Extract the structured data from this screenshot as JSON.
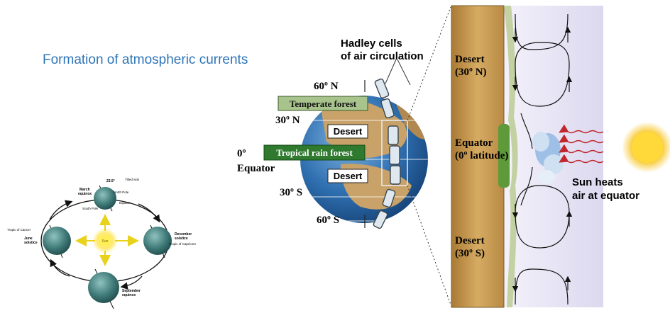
{
  "slide": {
    "title": "Formation of atmospheric currents"
  },
  "seasons": {
    "tilt_angle": "23.5°",
    "tilted_axis": "Tilted axis",
    "north_pole": "North Pole",
    "south_pole": "South Pole",
    "equator": "Equator",
    "sun": "Sun",
    "march_equinox": [
      "March",
      "equinox"
    ],
    "june_solstice": [
      "June",
      "solstice"
    ],
    "december_solstice": [
      "December",
      "solstice"
    ],
    "september_equinox": [
      "September",
      "equinox"
    ],
    "tropic_cancer": "Tropic of Cancer",
    "tropic_capricorn": "Tropic of Capricorn"
  },
  "globe": {
    "hadley": [
      "Hadley cells",
      "of air circulation"
    ],
    "lat_60n": "60º N",
    "lat_30n": "30º N",
    "lat_0": "0º",
    "equator_word": "Equator",
    "lat_30s": "30º S",
    "lat_60s": "60º S",
    "temperate_forest": "Temperate forest",
    "tropical_rain_forest": "Tropical rain forest",
    "desert_north": "Desert",
    "desert_south": "Desert",
    "color_temperate": "#a8c48c",
    "color_tropical": "#2f7a2f",
    "color_ocean": "#2f6fb0"
  },
  "cross_section": {
    "desert_30n": [
      "Desert",
      "(30º N)"
    ],
    "equator_label": [
      "Equator",
      "(0º latitude)"
    ],
    "desert_30s": [
      "Desert",
      "(30º S)"
    ],
    "sun_heats": [
      "Sun heats",
      "air at equator"
    ],
    "color_ground": "#c79a4e",
    "color_heat": "#c0282d",
    "color_sun": "#f7c625"
  }
}
